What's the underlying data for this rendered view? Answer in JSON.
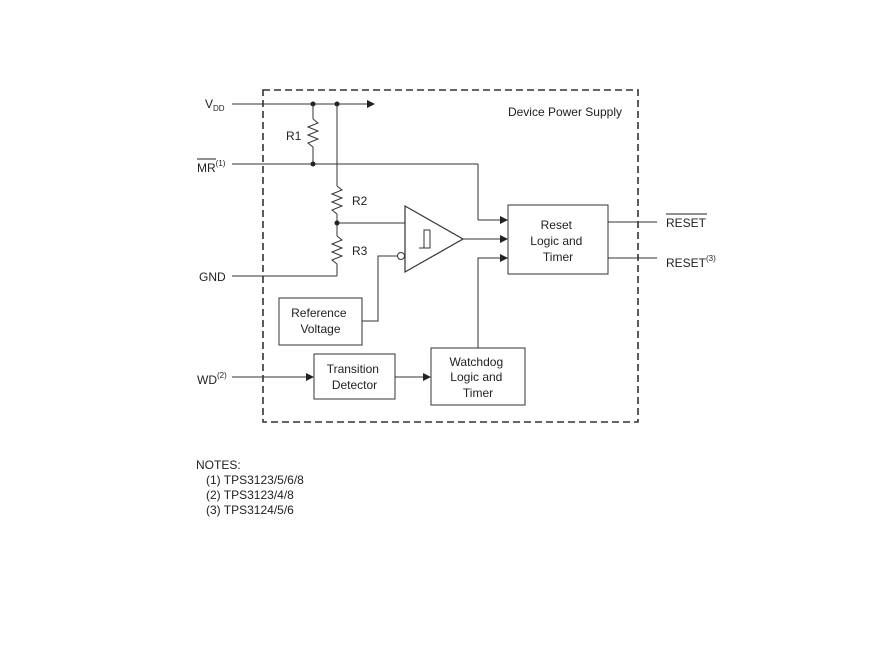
{
  "diagram": {
    "power_supply_label": "Device Power Supply",
    "signals": {
      "vdd": {
        "main": "V",
        "sub": "DD"
      },
      "mr": {
        "main": "MR",
        "sup": "(1)"
      },
      "gnd": {
        "main": "GND"
      },
      "wd": {
        "main": "WD",
        "sup": "(2)"
      },
      "reset_bar": {
        "main": "RESET"
      },
      "reset": {
        "main": "RESET",
        "sup": "(3)"
      }
    },
    "resistors": {
      "r1": "R1",
      "r2": "R2",
      "r3": "R3"
    },
    "blocks": {
      "reference": [
        "Reference",
        "Voltage"
      ],
      "transition": [
        "Transition",
        "Detector"
      ],
      "watchdog": [
        "Watchdog",
        "Logic and",
        "Timer"
      ],
      "reset_logic": [
        "Reset",
        "Logic and",
        "Timer"
      ]
    }
  },
  "notes": {
    "title": "NOTES:",
    "items": [
      "(1) TPS3123/5/6/8",
      "(2) TPS3123/4/8",
      "(3) TPS3124/5/6"
    ]
  }
}
